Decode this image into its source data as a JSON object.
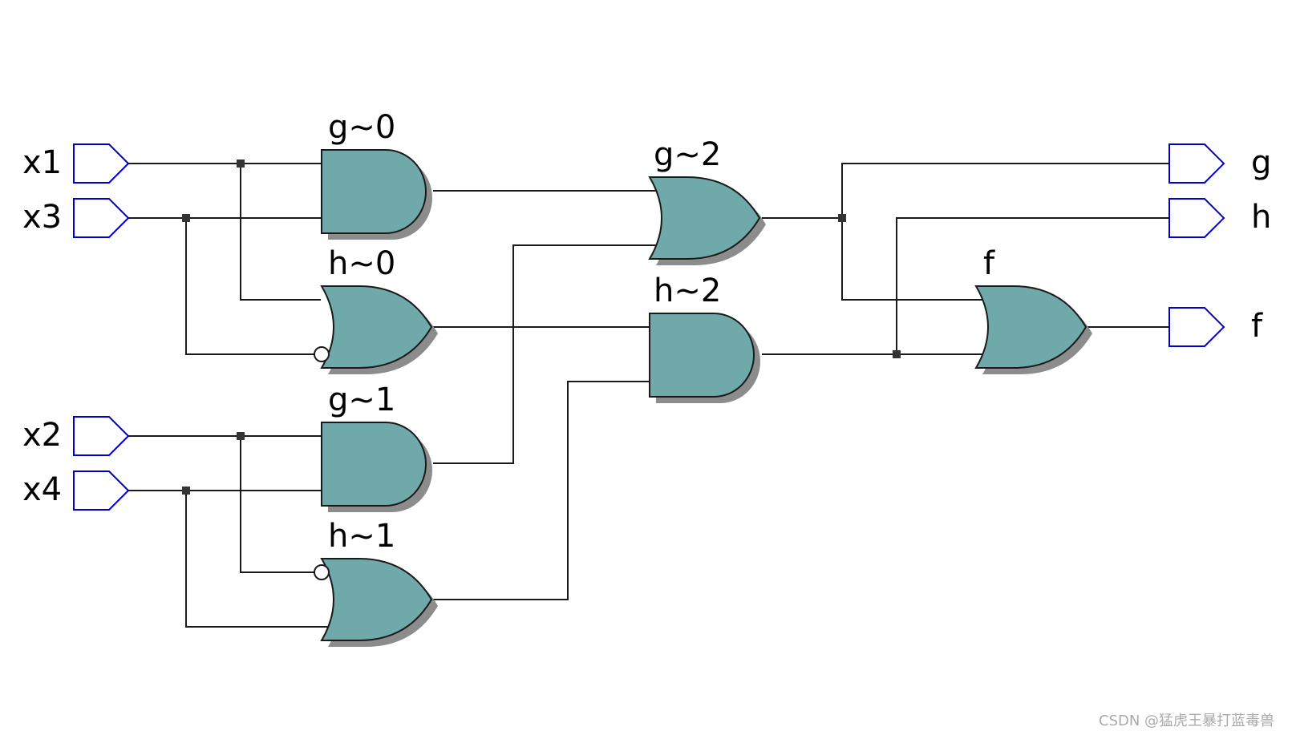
{
  "diagram": {
    "inputs": {
      "x1": "x1",
      "x3": "x3",
      "x2": "x2",
      "x4": "x4"
    },
    "outputs": {
      "g": "g",
      "h": "h",
      "f": "f"
    },
    "gates": {
      "g0": {
        "label": "g~0",
        "type": "AND"
      },
      "h0": {
        "label": "h~0",
        "type": "OR"
      },
      "g1": {
        "label": "g~1",
        "type": "AND"
      },
      "h1": {
        "label": "h~1",
        "type": "OR"
      },
      "g2": {
        "label": "g~2",
        "type": "OR"
      },
      "h2": {
        "label": "h~2",
        "type": "AND"
      },
      "f": {
        "label": "f",
        "type": "OR"
      }
    },
    "colors": {
      "gate_fill": "#6fa9a9",
      "port_stroke": "#0000cc",
      "wire": "#1a1a1a"
    }
  },
  "watermark": "CSDN @猛虎王暴打蓝毒兽"
}
